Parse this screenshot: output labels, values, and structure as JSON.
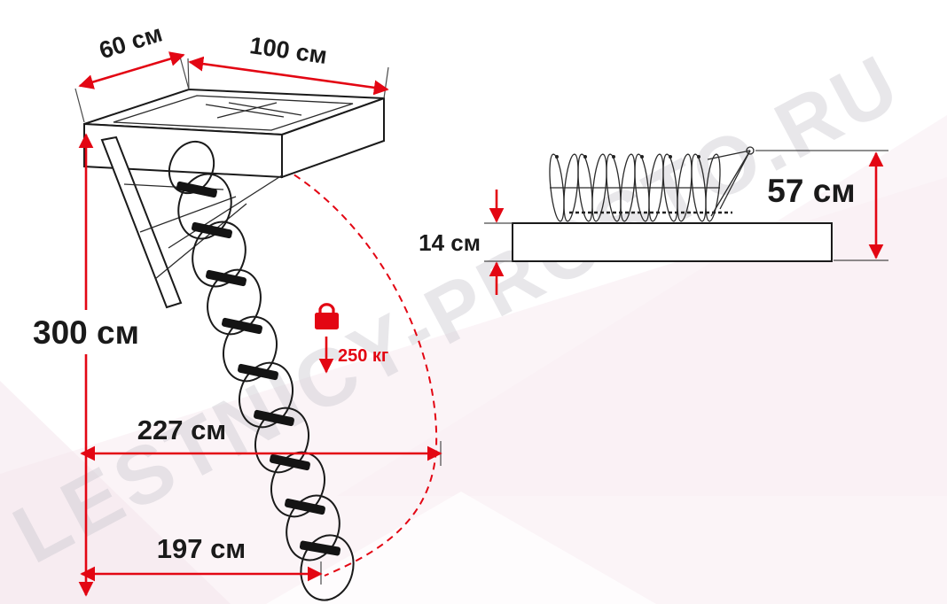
{
  "watermark": {
    "text": "LESTNICY-PROSTO.RU"
  },
  "colors": {
    "accent_red": "#e30613",
    "drawing_black": "#1a1a1a",
    "watermark_gray": "#c7c5cd",
    "background_pink": "#f7ebf1"
  },
  "left_view": {
    "dim_depth": "60 см",
    "dim_width": "100 см",
    "dim_height": "300 см",
    "dim_reach": "227 см",
    "dim_floor": "197 см",
    "load": "250 кг"
  },
  "right_view": {
    "dim_folded_height": "57 см",
    "dim_box_thickness": "14 см"
  }
}
